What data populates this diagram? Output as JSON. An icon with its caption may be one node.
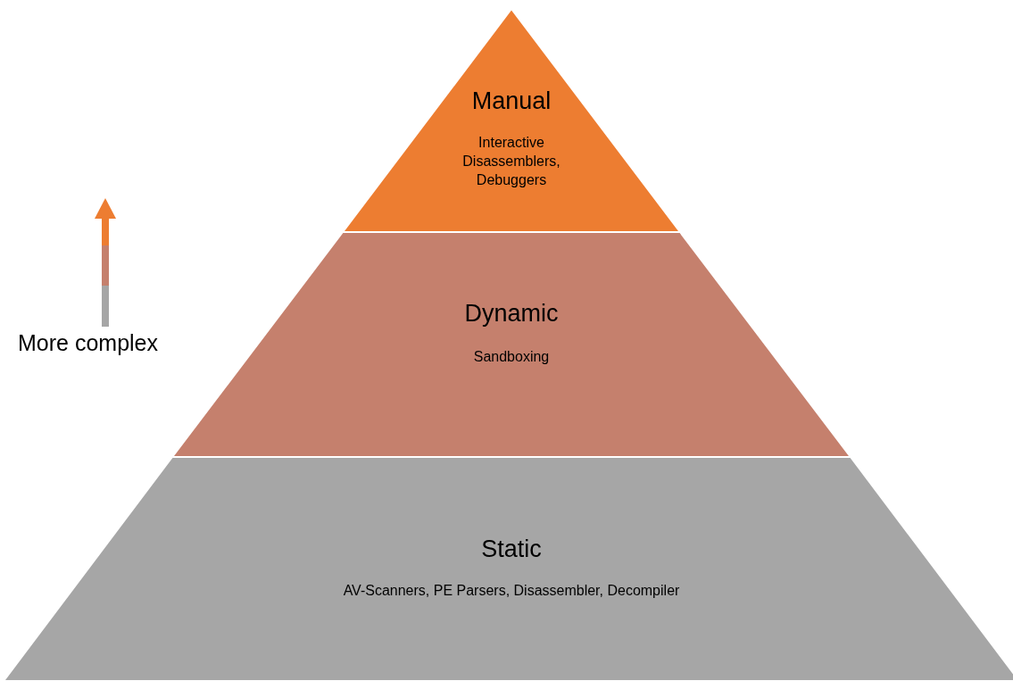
{
  "diagram": {
    "nodes": [
      {
        "text": [
          "Manual",
          "Interactive Disassemblers, Debuggers"
        ]
      },
      {
        "text": [
          "Dynamic",
          "Sandboxing"
        ]
      },
      {
        "text": [
          "Static",
          "AV-Scanners, PE Parsers, Disassembler, Decompiler"
        ]
      }
    ],
    "labels": [
      "More complex"
    ]
  }
}
